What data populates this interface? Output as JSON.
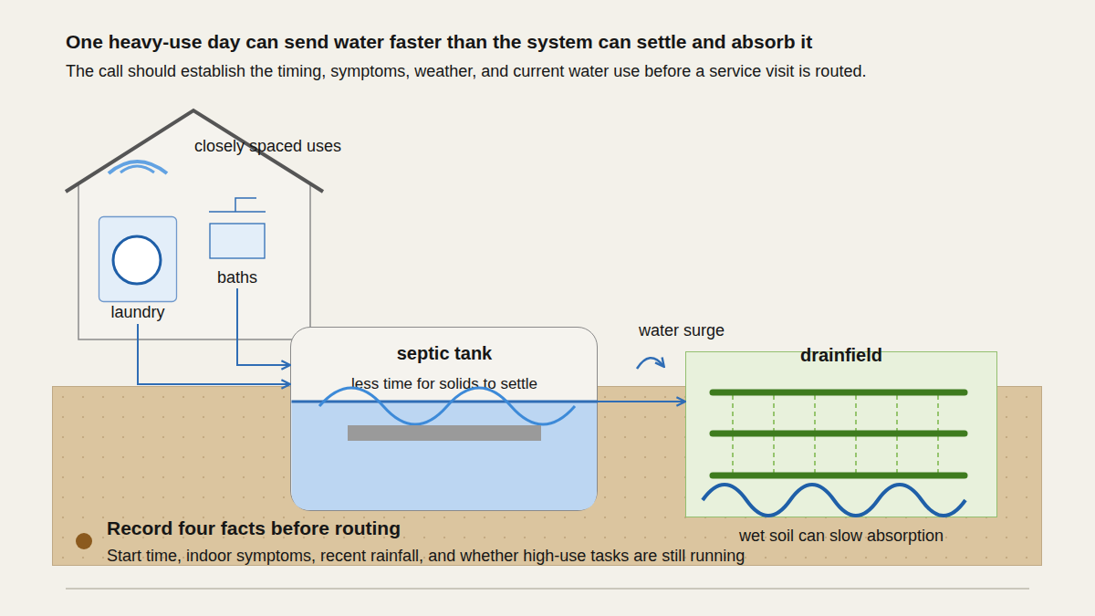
{
  "diagram": {
    "title": "One heavy-use day can send water faster than the system can settle and absorb it",
    "caption": "The call should establish the timing, symptoms, weather, and current water use before a service visit is routed.",
    "nodes": [
      {
        "text": [
          "closely spaced uses"
        ]
      },
      {
        "text": [
          "laundry"
        ],
        "in": 0
      },
      {
        "text": [
          "baths"
        ],
        "in": 0
      },
      {
        "text": [
          "septic tank",
          "less time for solids to settle"
        ]
      },
      {
        "text": [
          "drainfield",
          "wet soil can slow absorption"
        ]
      },
      {
        "text": [
          "Record four facts before routing",
          "Start time, indoor symptoms, recent rainfall, and whether high-use tasks are still running"
        ]
      }
    ],
    "edges": [
      {
        "from": 1,
        "to": 3,
        "arrow": "to"
      },
      {
        "from": 2,
        "to": 3,
        "arrow": "to"
      },
      {
        "from": 3,
        "to": 4,
        "label": "water surge",
        "arrow": "to"
      }
    ]
  }
}
